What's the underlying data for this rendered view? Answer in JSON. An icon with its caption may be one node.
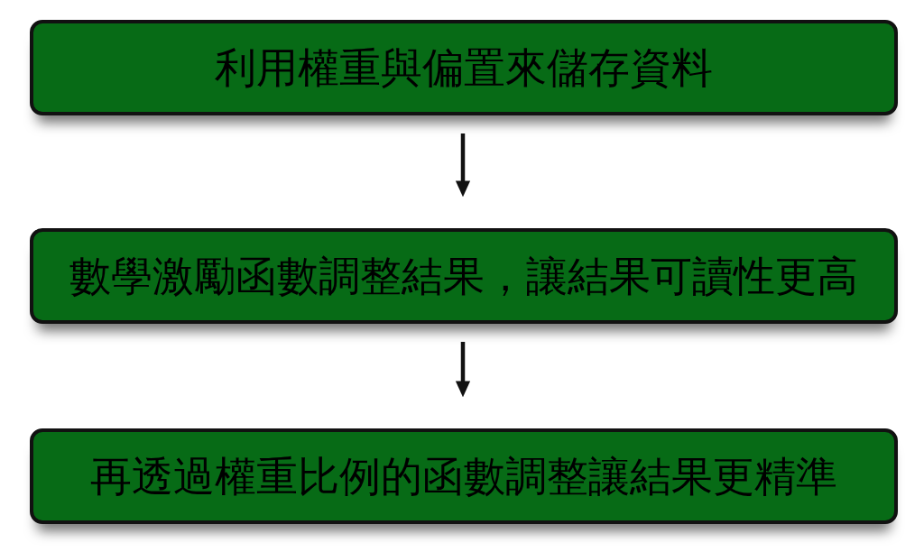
{
  "diagram": {
    "nodes": [
      {
        "text": [
          "利用權重與偏置來儲存資料"
        ]
      },
      {
        "text": [
          "數學激勵函數調整結果，讓結果可讀性更高"
        ]
      },
      {
        "text": [
          "再透過權重比例的函數調整讓結果更精準"
        ]
      }
    ],
    "edges": [
      {
        "from": 0,
        "to": 1,
        "arrow": "to"
      },
      {
        "from": 1,
        "to": 2,
        "arrow": "to"
      }
    ]
  }
}
